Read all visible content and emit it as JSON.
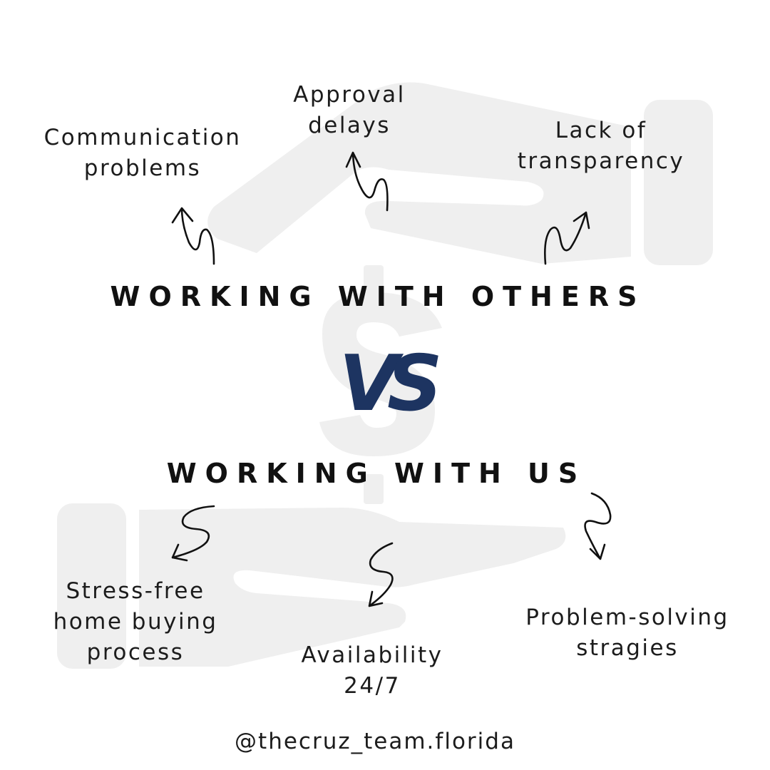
{
  "colors": {
    "background": "#ffffff",
    "watermark": "#efefef",
    "text": "#1c1c1c",
    "vs_accent": "#1d3461"
  },
  "top_labels": {
    "communication": [
      "Communication",
      "problems"
    ],
    "approval": [
      "Approval",
      "delays"
    ],
    "transparency": [
      "Lack of",
      "transparency"
    ]
  },
  "heading_others": "WORKING WITH OTHERS",
  "vs_text": "VS",
  "heading_us": "WORKING WITH US",
  "bottom_labels": {
    "stress_free": [
      "Stress-free",
      "home buying",
      "process"
    ],
    "availability": [
      "Availability",
      "24/7"
    ],
    "problem_solving": [
      "Problem-solving",
      "stragies"
    ]
  },
  "handle": "@thecruz_team.florida",
  "icons": {
    "background": [
      "handshake-hand-icon",
      "dollar-sign-icon"
    ],
    "arrows": "squiggle-arrow-icon"
  }
}
